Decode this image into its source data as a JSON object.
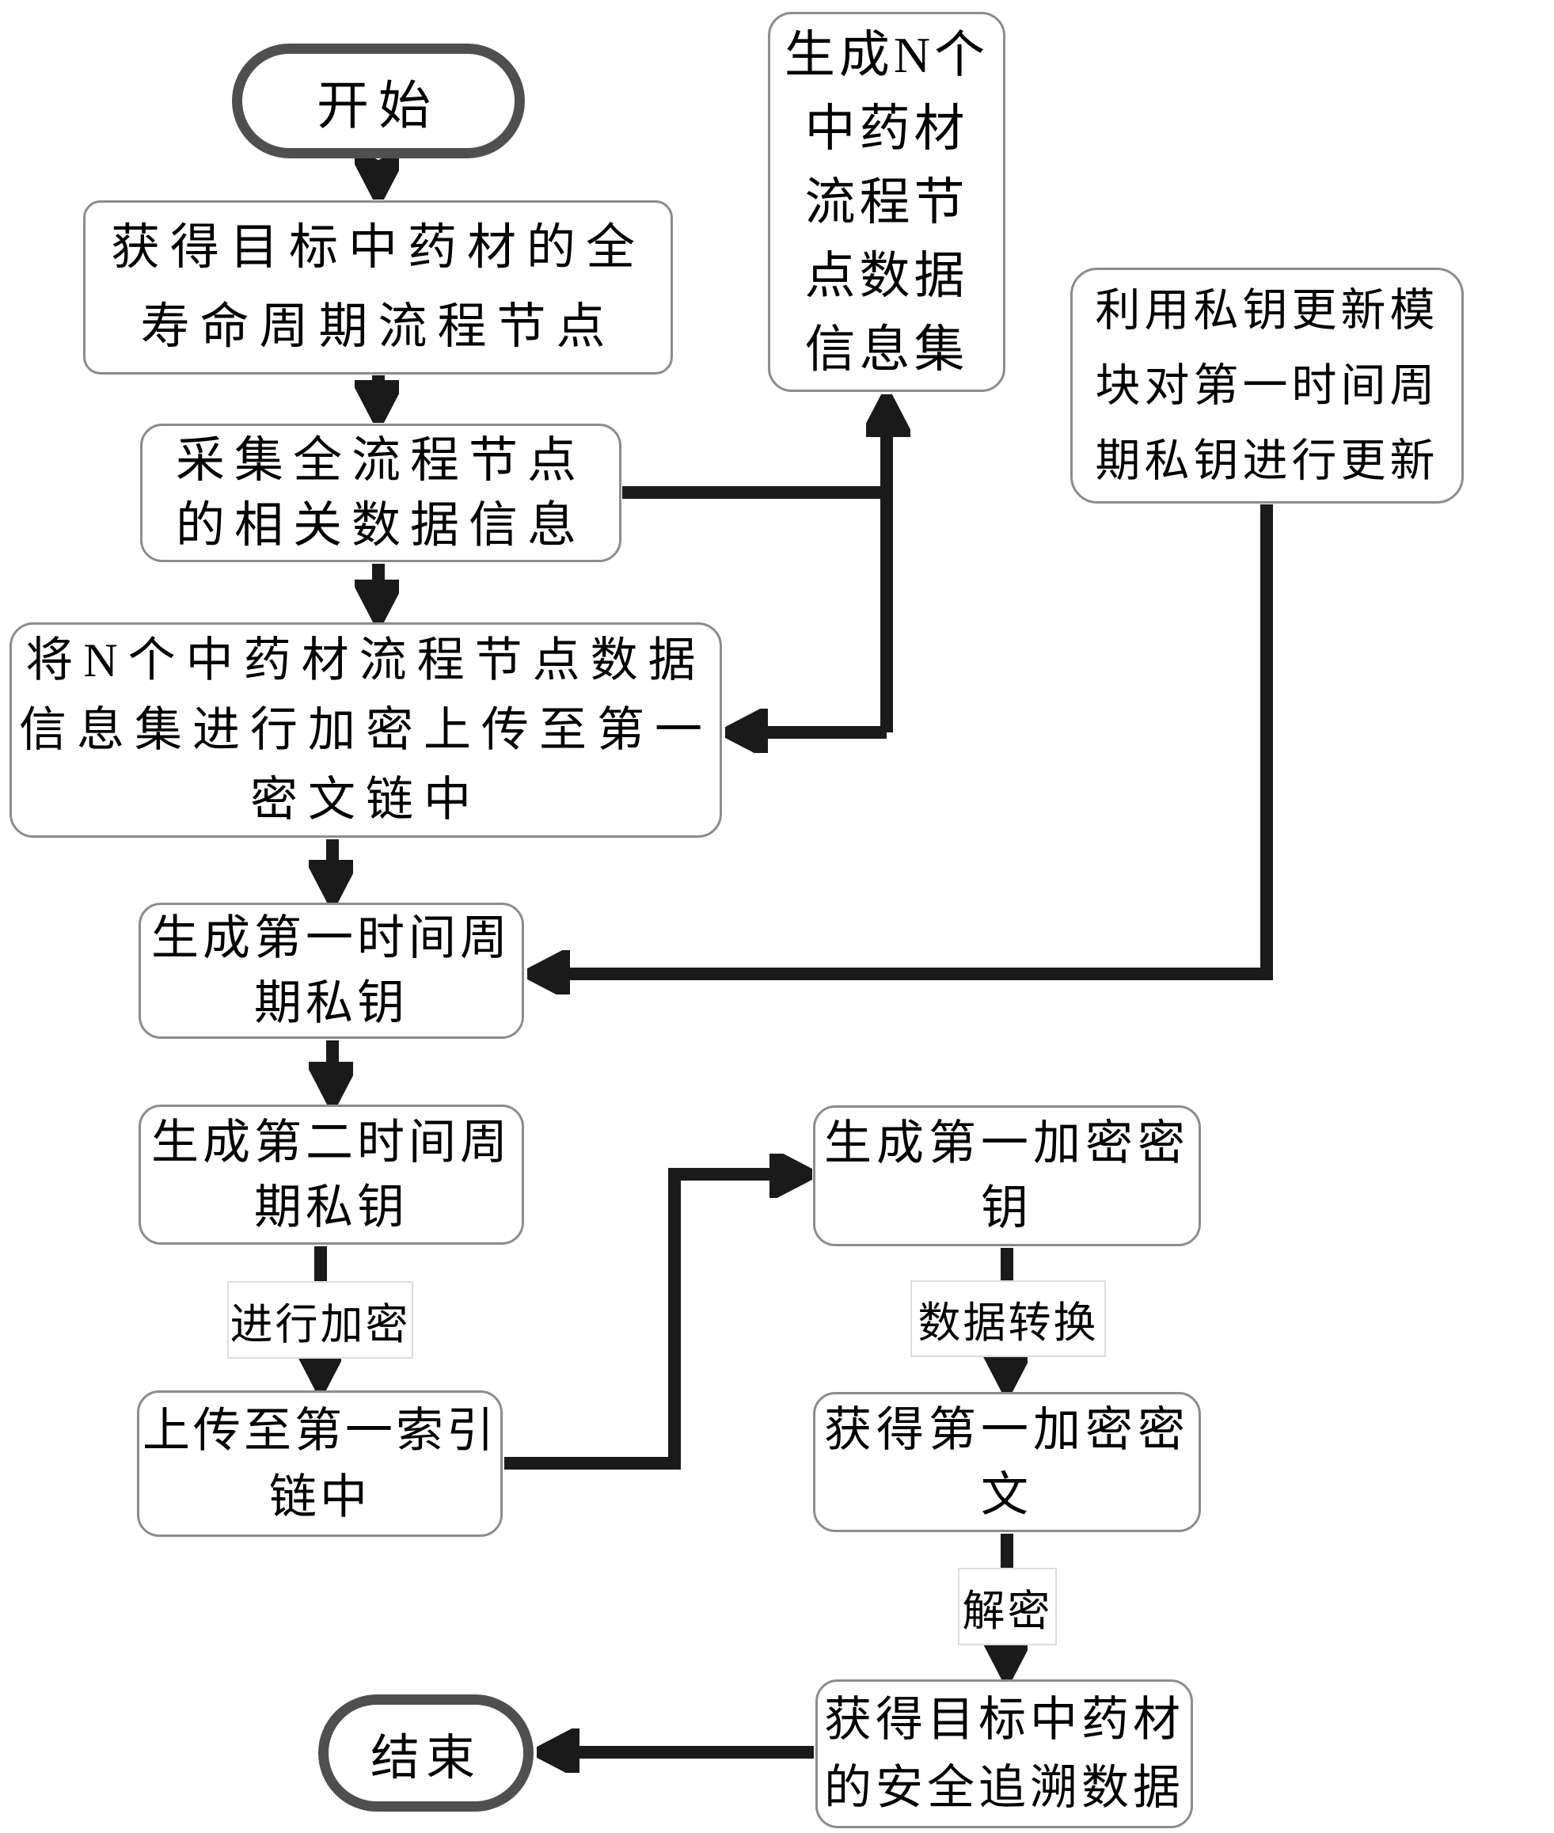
{
  "colors": {
    "background": "#ffffff",
    "connector_line": "#1a1a1a",
    "terminal_border": "#4f4f4f",
    "process_border": "#8c8c8c",
    "label_border": "#dcdcdc",
    "text": "#000000"
  },
  "nodes": {
    "start": {
      "label": "开始"
    },
    "acquire_lifecycle": {
      "lines": [
        "获得目标中药材的全",
        "寿命周期流程节点"
      ]
    },
    "collect_data": {
      "lines": [
        "采集全流程节点",
        "的相关数据信息"
      ]
    },
    "generate_dataset": {
      "lines": [
        "生成N个",
        "中药材",
        "流程节",
        "点数据",
        "信息集"
      ]
    },
    "update_key_module": {
      "lines": [
        "利用私钥更新模",
        "块对第一时间周",
        "期私钥进行更新"
      ]
    },
    "encrypt_upload_cipher_chain": {
      "lines": [
        "将N个中药材流程节点数据",
        "信息集进行加密上传至第一",
        "密文链中"
      ]
    },
    "first_period_key": {
      "lines": [
        "生成第一时间周",
        "期私钥"
      ]
    },
    "second_period_key": {
      "lines": [
        "生成第二时间周",
        "期私钥"
      ]
    },
    "upload_index_chain": {
      "lines": [
        "上传至第一索引",
        "链中"
      ]
    },
    "first_encrypt_key": {
      "lines": [
        "生成第一加密密",
        "钥"
      ]
    },
    "first_cipher_text": {
      "lines": [
        "获得第一加密密",
        "文"
      ]
    },
    "trace_data": {
      "lines": [
        "获得目标中药材",
        "的安全追溯数据"
      ]
    },
    "end": {
      "label": "结束"
    }
  },
  "edge_labels": {
    "encrypt": "进行加密",
    "convert": "数据转换",
    "decrypt": "解密"
  }
}
